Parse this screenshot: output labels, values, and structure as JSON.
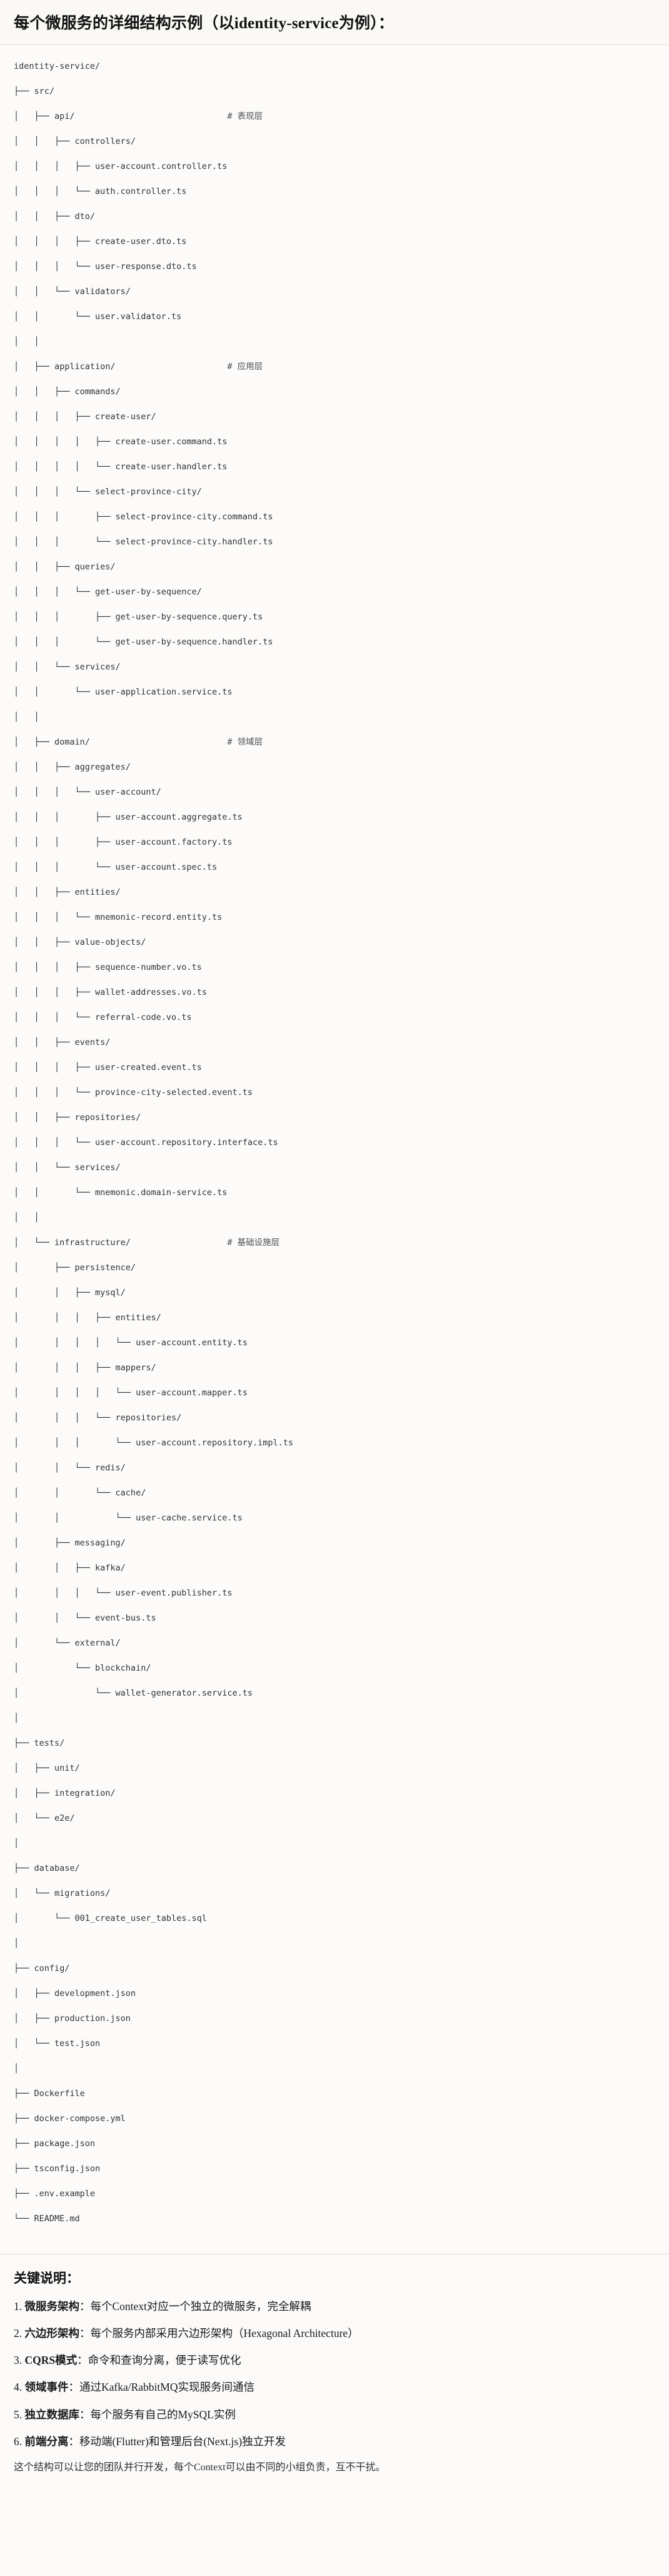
{
  "header": {
    "title": "每个微服务的详细结构示例（以identity-service为例）："
  },
  "tree": {
    "root": "identity-service/",
    "comments": {
      "api": "# 表现层",
      "application": "# 应用层",
      "domain": "# 领域层",
      "infrastructure": "# 基础设施层"
    },
    "lines": [
      "identity-service/",
      "├── src/",
      "│   ├── api/                              # 表现层",
      "│   │   ├── controllers/",
      "│   │   │   ├── user-account.controller.ts",
      "│   │   │   └── auth.controller.ts",
      "│   │   ├── dto/",
      "│   │   │   ├── create-user.dto.ts",
      "│   │   │   └── user-response.dto.ts",
      "│   │   └── validators/",
      "│   │       └── user.validator.ts",
      "│   │",
      "│   ├── application/                      # 应用层",
      "│   │   ├── commands/",
      "│   │   │   ├── create-user/",
      "│   │   │   │   ├── create-user.command.ts",
      "│   │   │   │   └── create-user.handler.ts",
      "│   │   │   └── select-province-city/",
      "│   │   │       ├── select-province-city.command.ts",
      "│   │   │       └── select-province-city.handler.ts",
      "│   │   ├── queries/",
      "│   │   │   └── get-user-by-sequence/",
      "│   │   │       ├── get-user-by-sequence.query.ts",
      "│   │   │       └── get-user-by-sequence.handler.ts",
      "│   │   └── services/",
      "│   │       └── user-application.service.ts",
      "│   │",
      "│   ├── domain/                           # 领域层",
      "│   │   ├── aggregates/",
      "│   │   │   └── user-account/",
      "│   │   │       ├── user-account.aggregate.ts",
      "│   │   │       ├── user-account.factory.ts",
      "│   │   │       └── user-account.spec.ts",
      "│   │   ├── entities/",
      "│   │   │   └── mnemonic-record.entity.ts",
      "│   │   ├── value-objects/",
      "│   │   │   ├── sequence-number.vo.ts",
      "│   │   │   ├── wallet-addresses.vo.ts",
      "│   │   │   └── referral-code.vo.ts",
      "│   │   ├── events/",
      "│   │   │   ├── user-created.event.ts",
      "│   │   │   └── province-city-selected.event.ts",
      "│   │   ├── repositories/",
      "│   │   │   └── user-account.repository.interface.ts",
      "│   │   └── services/",
      "│   │       └── mnemonic.domain-service.ts",
      "│   │",
      "│   └── infrastructure/                   # 基础设施层",
      "│       ├── persistence/",
      "│       │   ├── mysql/",
      "│       │   │   ├── entities/",
      "│       │   │   │   └── user-account.entity.ts",
      "│       │   │   ├── mappers/",
      "│       │   │   │   └── user-account.mapper.ts",
      "│       │   │   └── repositories/",
      "│       │   │       └── user-account.repository.impl.ts",
      "│       │   └── redis/",
      "│       │       └── cache/",
      "│       │           └── user-cache.service.ts",
      "│       ├── messaging/",
      "│       │   ├── kafka/",
      "│       │   │   └── user-event.publisher.ts",
      "│       │   └── event-bus.ts",
      "│       └── external/",
      "│           └── blockchain/",
      "│               └── wallet-generator.service.ts",
      "│",
      "├── tests/",
      "│   ├── unit/",
      "│   ├── integration/",
      "│   └── e2e/",
      "│",
      "├── database/",
      "│   └── migrations/",
      "│       └── 001_create_user_tables.sql",
      "│",
      "├── config/",
      "│   ├── development.json",
      "│   ├── production.json",
      "│   └── test.json",
      "│",
      "├── Dockerfile",
      "├── docker-compose.yml",
      "├── package.json",
      "├── tsconfig.json",
      "├── .env.example",
      "└── README.md"
    ]
  },
  "notes": {
    "heading": "关键说明：",
    "items": [
      {
        "term": "微服务架构",
        "desc": "：每个Context对应一个独立的微服务，完全解耦"
      },
      {
        "term": "六边形架构",
        "desc": "：每个服务内部采用六边形架构（Hexagonal Architecture）"
      },
      {
        "term": "CQRS模式",
        "desc": "：命令和查询分离，便于读写优化"
      },
      {
        "term": "领域事件",
        "desc": "：通过Kafka/RabbitMQ实现服务间通信"
      },
      {
        "term": "独立数据库",
        "desc": "：每个服务有自己的MySQL实例"
      },
      {
        "term": "前端分离",
        "desc": "：移动端(Flutter)和管理后台(Next.js)独立开发"
      }
    ],
    "closing": "这个结构可以让您的团队并行开发，每个Context可以由不同的小组负责，互不干扰。"
  }
}
